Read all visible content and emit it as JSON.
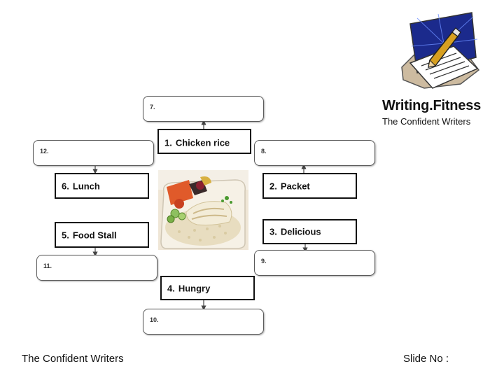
{
  "header": {
    "title": "Writing.Fitness",
    "subtitle": "The Confident Writers"
  },
  "footer": {
    "left": "The Confident Writers",
    "right": "Slide No :"
  },
  "words": {
    "w1": {
      "num": "1.",
      "text": "Chicken rice"
    },
    "w2": {
      "num": "2.",
      "text": "Packet"
    },
    "w3": {
      "num": "3.",
      "text": "Delicious"
    },
    "w4": {
      "num": "4.",
      "text": "Hungry"
    },
    "w5": {
      "num": "5.",
      "text": "Food Stall"
    },
    "w6": {
      "num": "6.",
      "text": "Lunch"
    }
  },
  "blanks": {
    "b7": "7.",
    "b8": "8.",
    "b9": "9.",
    "b10": "10.",
    "b11": "11.",
    "b12": "12."
  },
  "icons": {
    "logo": "pencil-writing-icon",
    "photo": "chicken-rice-photo"
  }
}
